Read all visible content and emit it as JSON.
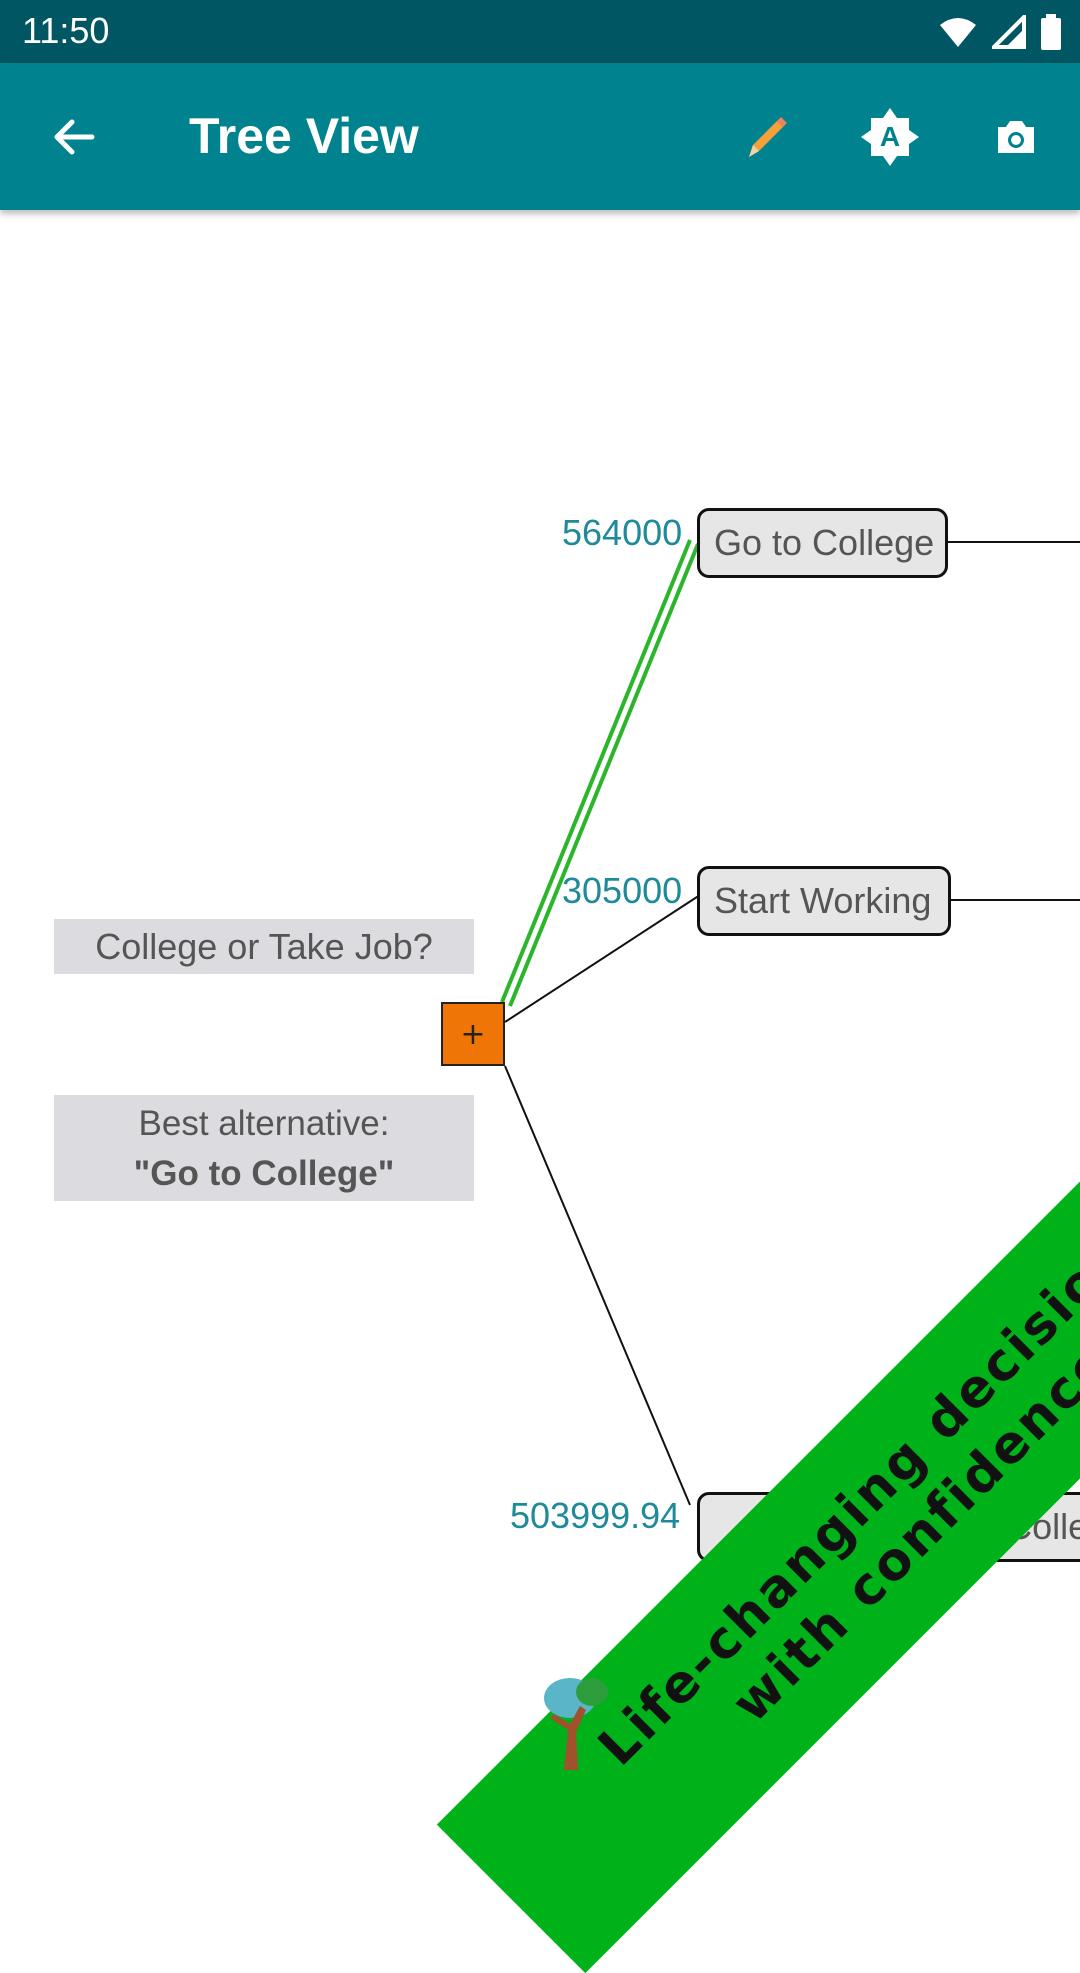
{
  "status_bar": {
    "time": "11:50"
  },
  "app_bar": {
    "title": "Tree View"
  },
  "icons": {
    "back": "arrow-left-icon",
    "edit": "pencil-icon",
    "auto": "brightness-auto-icon",
    "camera": "camera-icon"
  },
  "tree": {
    "question": "College or Take Job?",
    "best_alternative_label": "Best alternative:",
    "best_alternative_value": "\"Go to College\"",
    "decision_symbol": "+",
    "branches": [
      {
        "label": "Go to College",
        "value": "564000"
      },
      {
        "label": "Start Working",
        "value": "305000"
      },
      {
        "label": "Local College",
        "value": "503999.94"
      }
    ]
  },
  "banner": {
    "line1": "Life-changing decisions",
    "line2": "with confidence"
  },
  "colors": {
    "status_bar": "#005662",
    "app_bar": "#00838f",
    "best_path": "#2bb52b",
    "decision_node": "#ef7506",
    "banner": "#00b219",
    "value_text": "#1e8a9a"
  }
}
